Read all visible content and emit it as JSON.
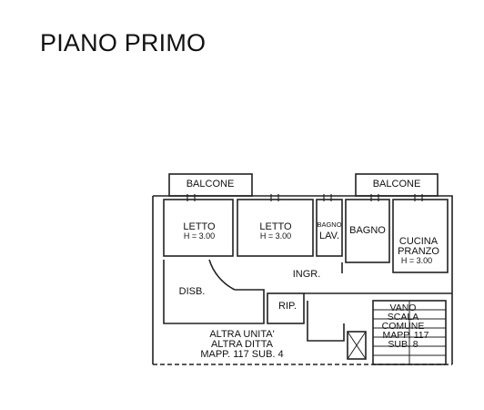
{
  "title": "PIANO PRIMO",
  "rooms": {
    "balcone_left": "BALCONE",
    "balcone_right": "BALCONE",
    "letto1": "LETTO",
    "letto1_h": "H = 3.00",
    "letto2": "LETTO",
    "letto2_h": "H = 3.00",
    "bagno_small_1": "BAGNO",
    "bagno_small_2": "LAV.",
    "bagno": "BAGNO",
    "cucina_1": "CUCINA",
    "cucina_2": "PRANZO",
    "cucina_h": "H = 3.00",
    "ingr": "INGR.",
    "disb": "DISB.",
    "rip": "RIP.",
    "vano_1": "VANO",
    "vano_2": "SCALA",
    "vano_3": "COMUNE",
    "vano_4": "MAPP. 117",
    "vano_5": "SUB. 8",
    "altra_1": "ALTRA UNITA'",
    "altra_2": "ALTRA DITTA",
    "altra_3": "MAPP. 117 SUB. 4"
  }
}
